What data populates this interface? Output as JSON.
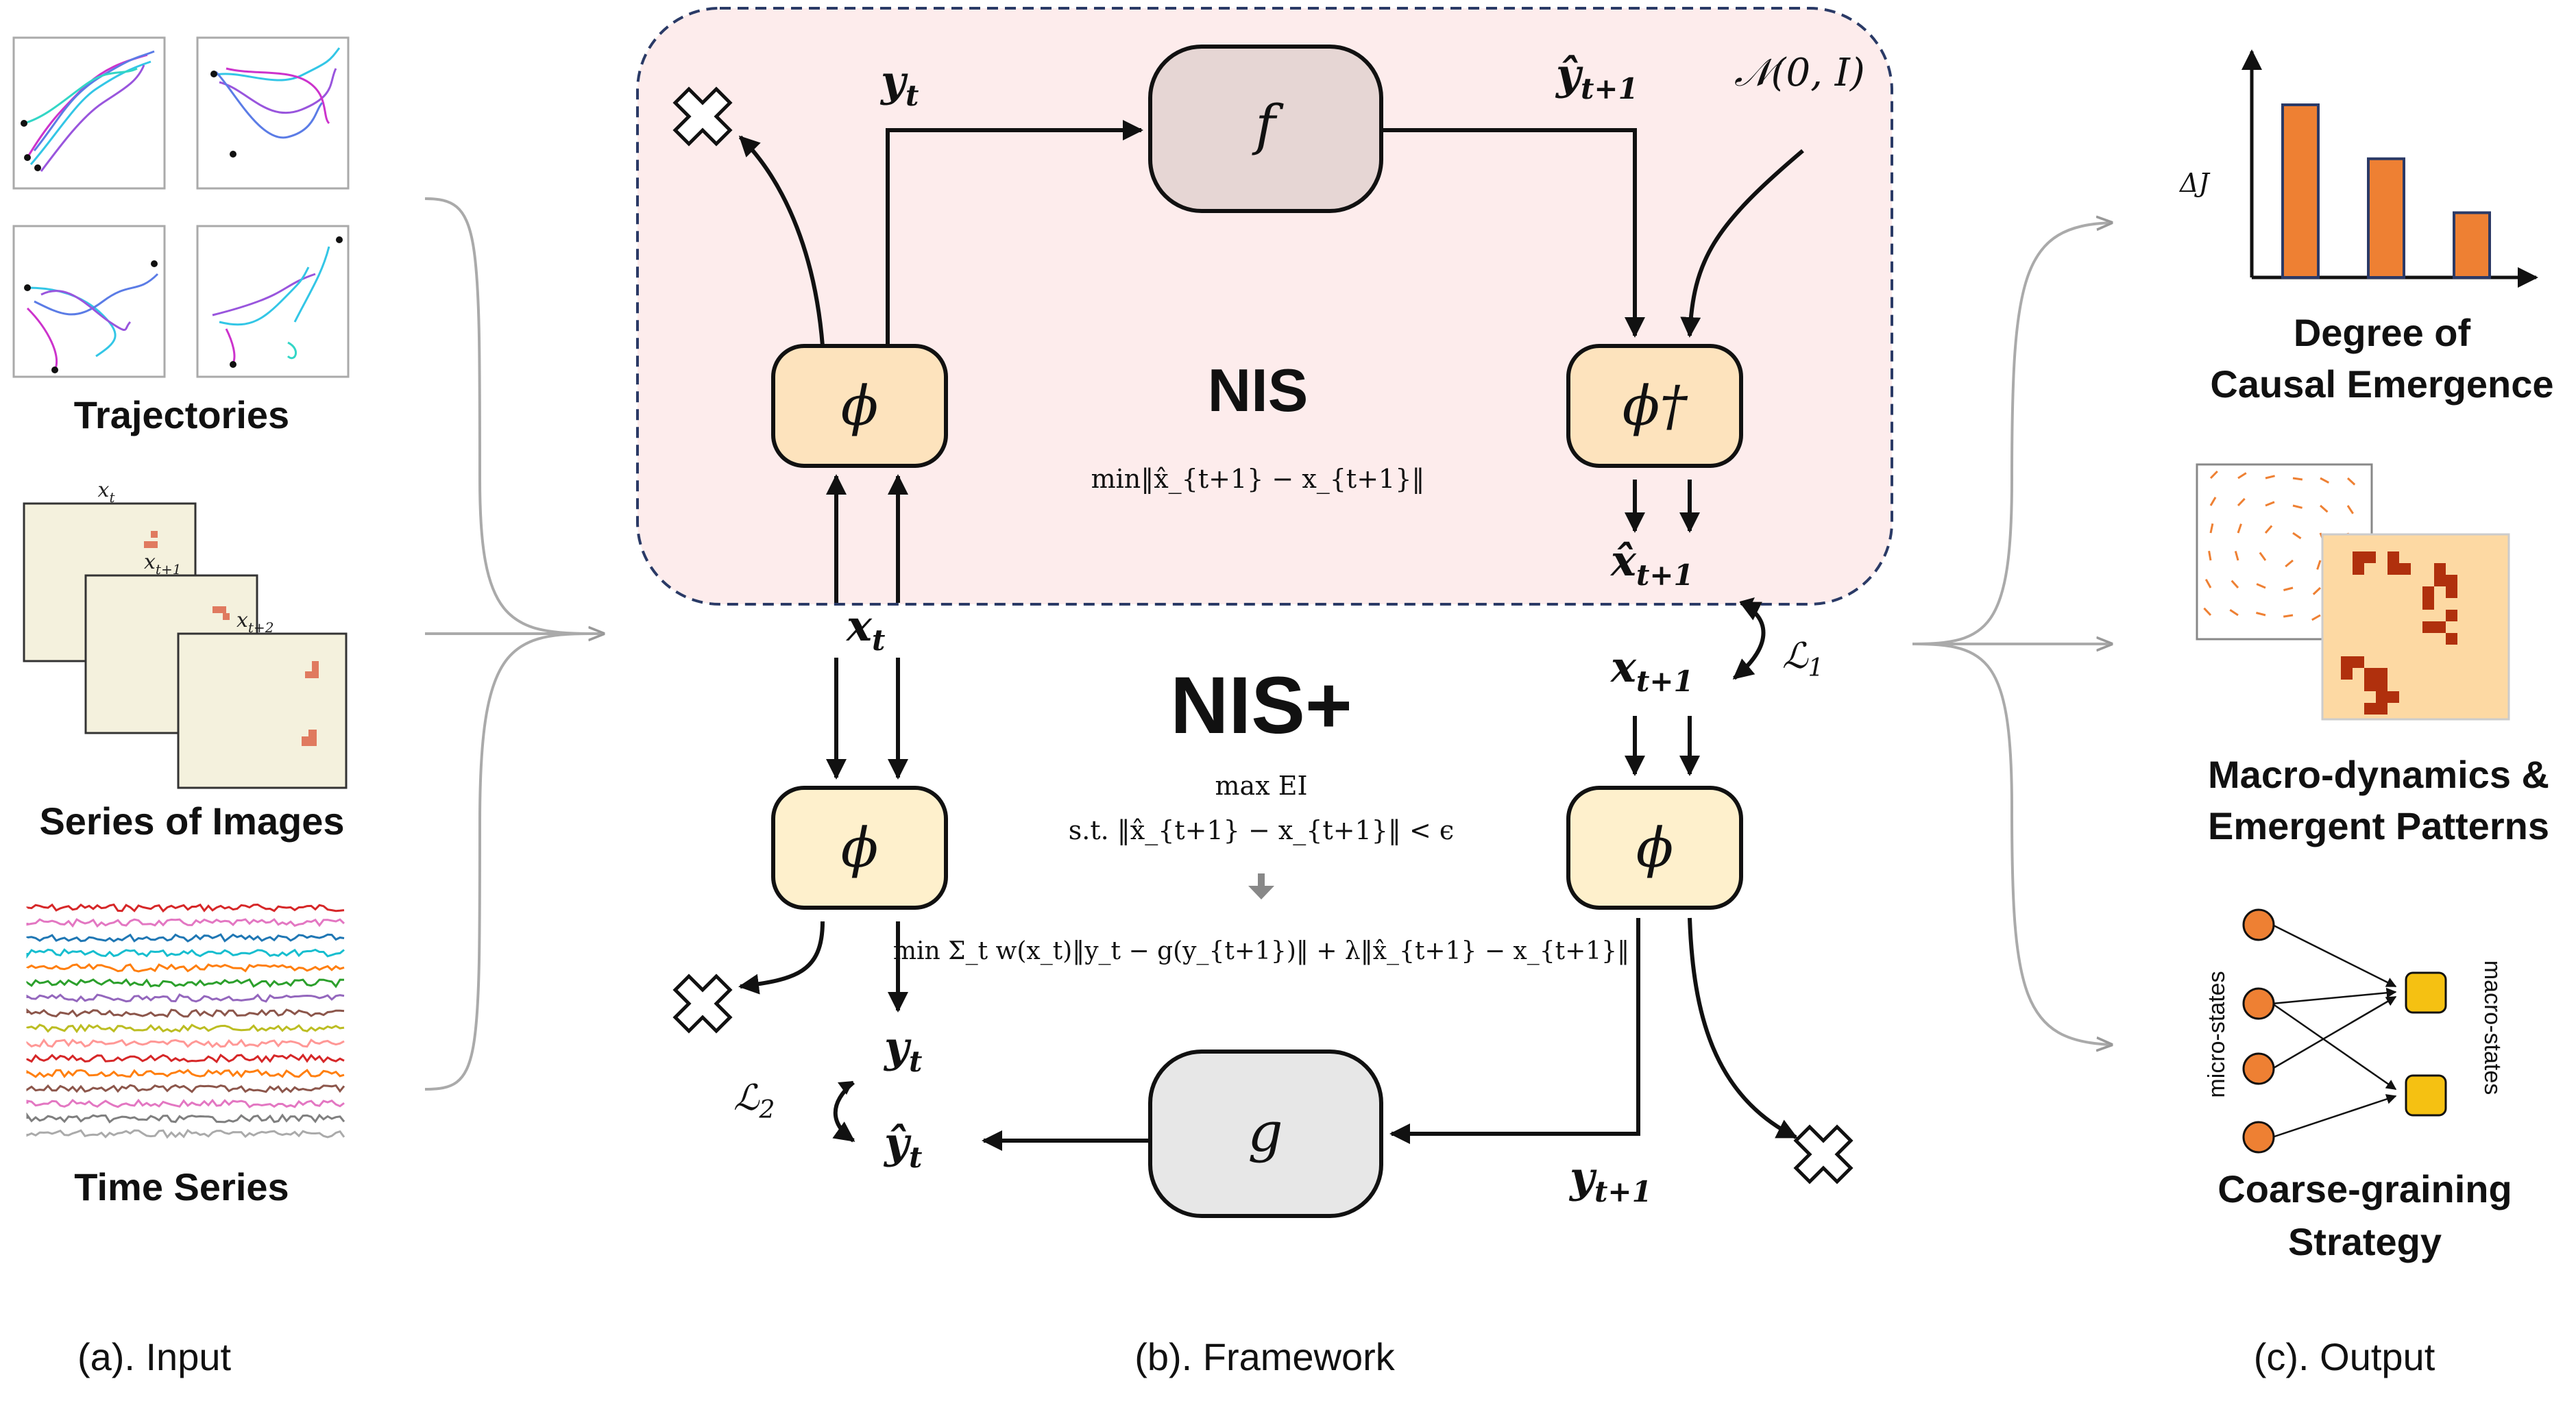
{
  "input": {
    "trajectories_label": "Trajectories",
    "images_label": "Series of Images",
    "image_frame_labels": [
      "x",
      "x",
      "x"
    ],
    "image_frame_subscripts": [
      "t",
      "t+1",
      "t+2"
    ],
    "timeseries_label": "Time Series",
    "caption": "(a). Input"
  },
  "framework": {
    "nis_label": "NIS",
    "nis_plus_label": "NIS+",
    "nis_objective": "min‖x̂_{t+1} − x_{t+1}‖",
    "nis_plus_objective_1": "max EI",
    "nis_plus_objective_2": "s.t. ‖x̂_{t+1} − x_{t+1}‖ < ϵ",
    "nis_plus_objective_3": "min Σ_t w(x_t)‖y_t − g(y_{t+1})‖ + λ‖x̂_{t+1} − x_{t+1}‖",
    "nodes": {
      "f": "f",
      "g": "g",
      "phi": "ϕ",
      "phi_dagger": "ϕ†"
    },
    "variables": {
      "y_t": "y",
      "y_t_sub": "t",
      "y_hat_t1": "ŷ",
      "y_hat_t1_sub": "t+1",
      "noise": "𝒩(0, I)",
      "x_t": "x",
      "x_t_sub": "t",
      "x_hat_t1": "x̂",
      "x_hat_t1_sub": "t+1",
      "x_t1": "x",
      "x_t1_sub": "t+1",
      "y_t_lower": "y",
      "y_t_lower_sub": "t",
      "y_hat_t": "ŷ",
      "y_hat_t_sub": "t",
      "y_t1_lower": "y",
      "y_t1_lower_sub": "t+1",
      "loss1": "ℒ",
      "loss1_sub": "1",
      "loss2": "ℒ",
      "loss2_sub": "2"
    },
    "caption": "(b). Framework"
  },
  "output": {
    "delta_j_label": "ΔJ",
    "emergence_label_1": "Degree of",
    "emergence_label_2": "Causal Emergence",
    "macro_label_1": "Macro-dynamics &",
    "macro_label_2": "Emergent Patterns",
    "micro_states": "micro-states",
    "macro_states": "macro-states",
    "coarse_label_1": "Coarse-graining",
    "coarse_label_2": "Strategy",
    "caption": "(c). Output",
    "chart_data": {
      "type": "bar",
      "categories": [
        "",
        "",
        ""
      ],
      "values": [
        0.8,
        0.55,
        0.3
      ],
      "ylabel": "ΔJ",
      "xlabel": "",
      "ylim": [
        0,
        1
      ]
    }
  },
  "colors": {
    "nis_bg": "#fdecec",
    "phi_fill": "#fde3bd",
    "phi_plus_fill": "#fef0cc",
    "f_fill": "#e6d6d4",
    "g_fill": "#e7e7e7",
    "bar_fill": "#ee8033",
    "bar_stroke": "#2b3a67",
    "macro_node": "#f5c112",
    "micro_node": "#ee8033",
    "grid_bg": "#fdd9a3",
    "grid_cell": "#b0300d"
  }
}
